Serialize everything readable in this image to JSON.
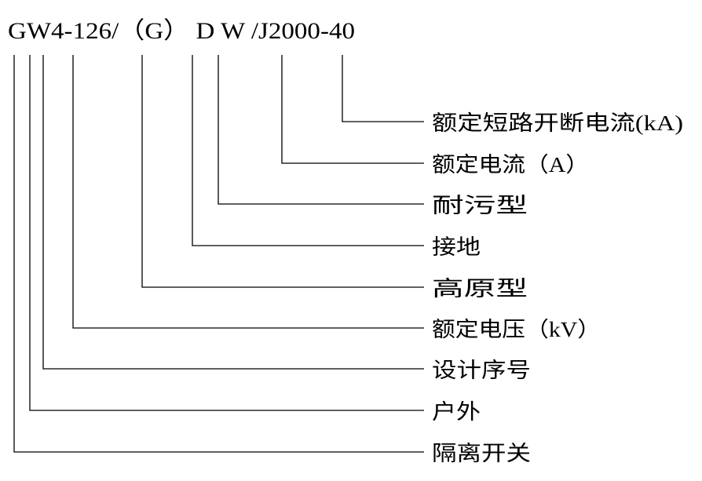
{
  "model_code": "GW4-126/（G） D W /J2000-40",
  "labels": [
    "额定短路开断电流(kA)",
    "额定电流（A）",
    "耐污型",
    "接地",
    "高原型",
    "额定电压（kV）",
    "设计序号",
    "户外",
    "隔离开关"
  ]
}
